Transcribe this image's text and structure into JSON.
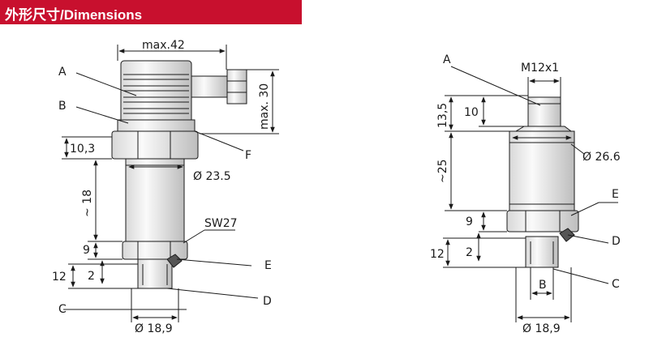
{
  "header": {
    "title": "外形尺寸/Dimensions",
    "background": "#c8102e",
    "text_color": "#ffffff"
  },
  "left_drawing": {
    "dims": {
      "width_top": "max.42",
      "height_right": "max. 30",
      "height_10_3": "10,3",
      "diam_body": "Ø 23.5",
      "height_18": "~ 18",
      "hex": "SW27",
      "height_9": "9",
      "height_12": "12",
      "height_2": "2",
      "diam_bottom": "Ø 18,9"
    },
    "labels": {
      "A": "A",
      "B": "B",
      "C": "C",
      "D": "D",
      "E": "E",
      "F": "F"
    }
  },
  "right_drawing": {
    "dims": {
      "thread": "M12x1",
      "height_13_5": "13,5",
      "height_10": "10",
      "height_25": "~25",
      "diam_body": "Ø 26.6",
      "height_9": "9",
      "height_12": "12",
      "height_2": "2",
      "diam_bottom": "Ø 18,9"
    },
    "labels": {
      "A": "A",
      "B": "B",
      "C": "C",
      "D": "D",
      "E": "E"
    }
  }
}
